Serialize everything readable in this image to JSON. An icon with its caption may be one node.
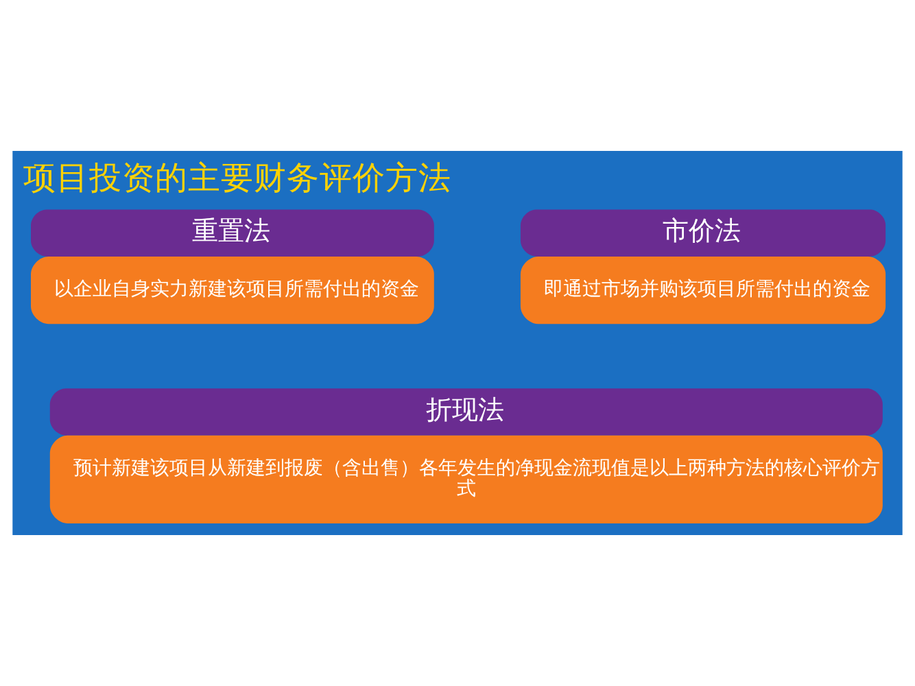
{
  "diagram": {
    "title": "项目投资的主要财务评价方法",
    "nodes": [
      {
        "text": [
          "重置法",
          "以企业自身实力新建该项目所需付出的资金"
        ]
      },
      {
        "text": [
          "市价法",
          "即通过市场并购该项目所需付出的资金"
        ]
      },
      {
        "text": [
          "折现法",
          "预计新建该项目从新建到报废（含出售）各年发生的净现金流现值是以上两种方法的核心评价方式"
        ]
      }
    ],
    "edges": []
  }
}
